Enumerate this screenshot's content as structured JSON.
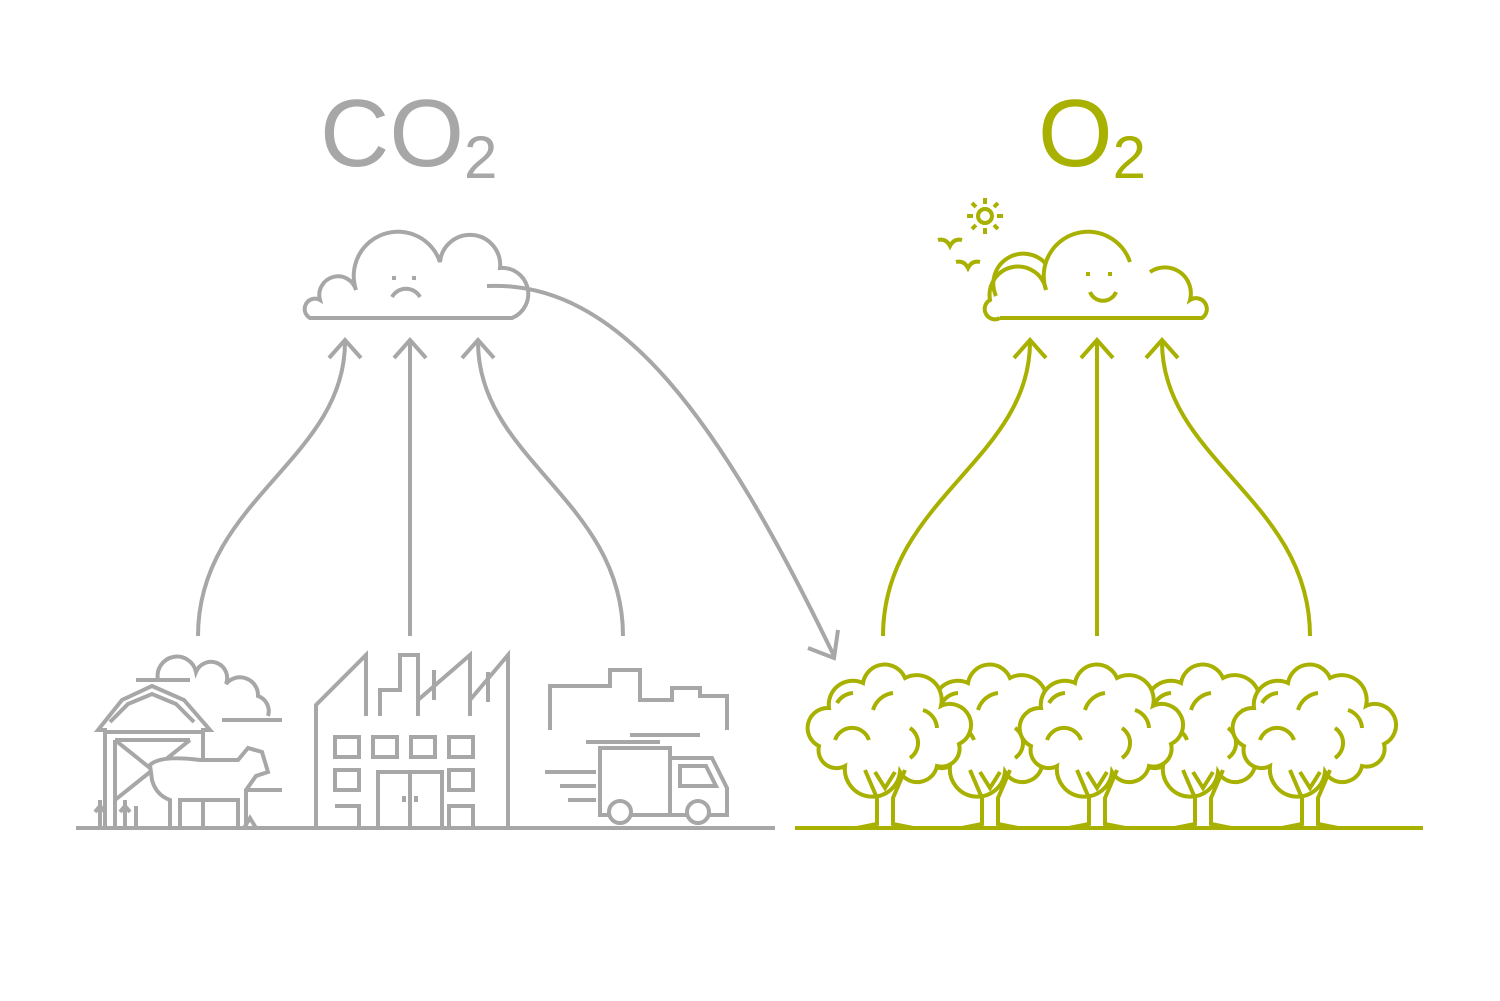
{
  "left_label": {
    "main": "CO",
    "sub": "2"
  },
  "right_label": {
    "main": "O",
    "sub": "2"
  },
  "colors": {
    "emission_gray": "#a7a7a7",
    "oxygen_green": "#a8b000"
  },
  "left_sources": [
    "farm-icon",
    "factory-icon",
    "truck-icon"
  ],
  "right_sources": [
    "tree-icon",
    "tree-icon",
    "tree-icon",
    "tree-icon",
    "tree-icon"
  ]
}
